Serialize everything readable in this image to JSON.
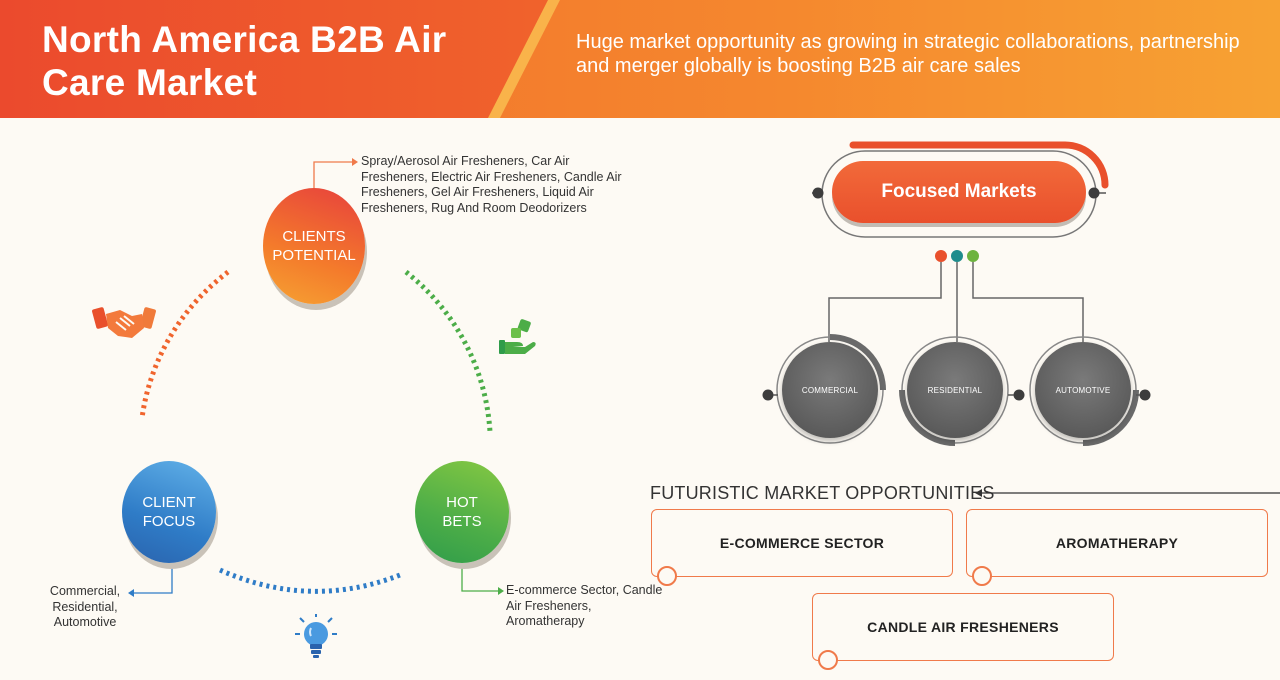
{
  "header": {
    "title": "North America B2B Air Care Market",
    "tagline": "Huge market opportunity as growing in strategic collaborations, partnership and merger globally is boosting B2B air care sales"
  },
  "cycle": {
    "clients_potential": {
      "label": "CLIENTS POTENTIAL",
      "note": "Spray/Aerosol Air Fresheners, Car Air Fresheners, Electric Air Fresheners, Candle Air Fresheners, Gel Air Fresheners, Liquid Air Fresheners, Rug And Room Deodorizers"
    },
    "client_focus": {
      "label": "CLIENT FOCUS",
      "note": "Commercial, Residential, Automotive"
    },
    "hot_bets": {
      "label": "HOT BETS",
      "note": "E-commerce Sector, Candle Air Fresheners, Aromatherapy"
    },
    "icons": [
      "handshake-icon",
      "hand-dice-icon",
      "lightbulb-icon"
    ]
  },
  "focused_markets": {
    "title": "Focused Markets",
    "markets": [
      "COMMERCIAL",
      "RESIDENTIAL",
      "AUTOMOTIVE"
    ]
  },
  "futuristic": {
    "title": "FUTURISTIC MARKET OPPORTUNITIES",
    "items": [
      "E-COMMERCE SECTOR",
      "AROMATHERAPY",
      "CANDLE AIR FRESHENERS"
    ]
  },
  "colors": {
    "orange": "#f26a2e",
    "blue": "#2f7cc7",
    "green": "#4cad48",
    "gray": "#5c5c5c"
  }
}
